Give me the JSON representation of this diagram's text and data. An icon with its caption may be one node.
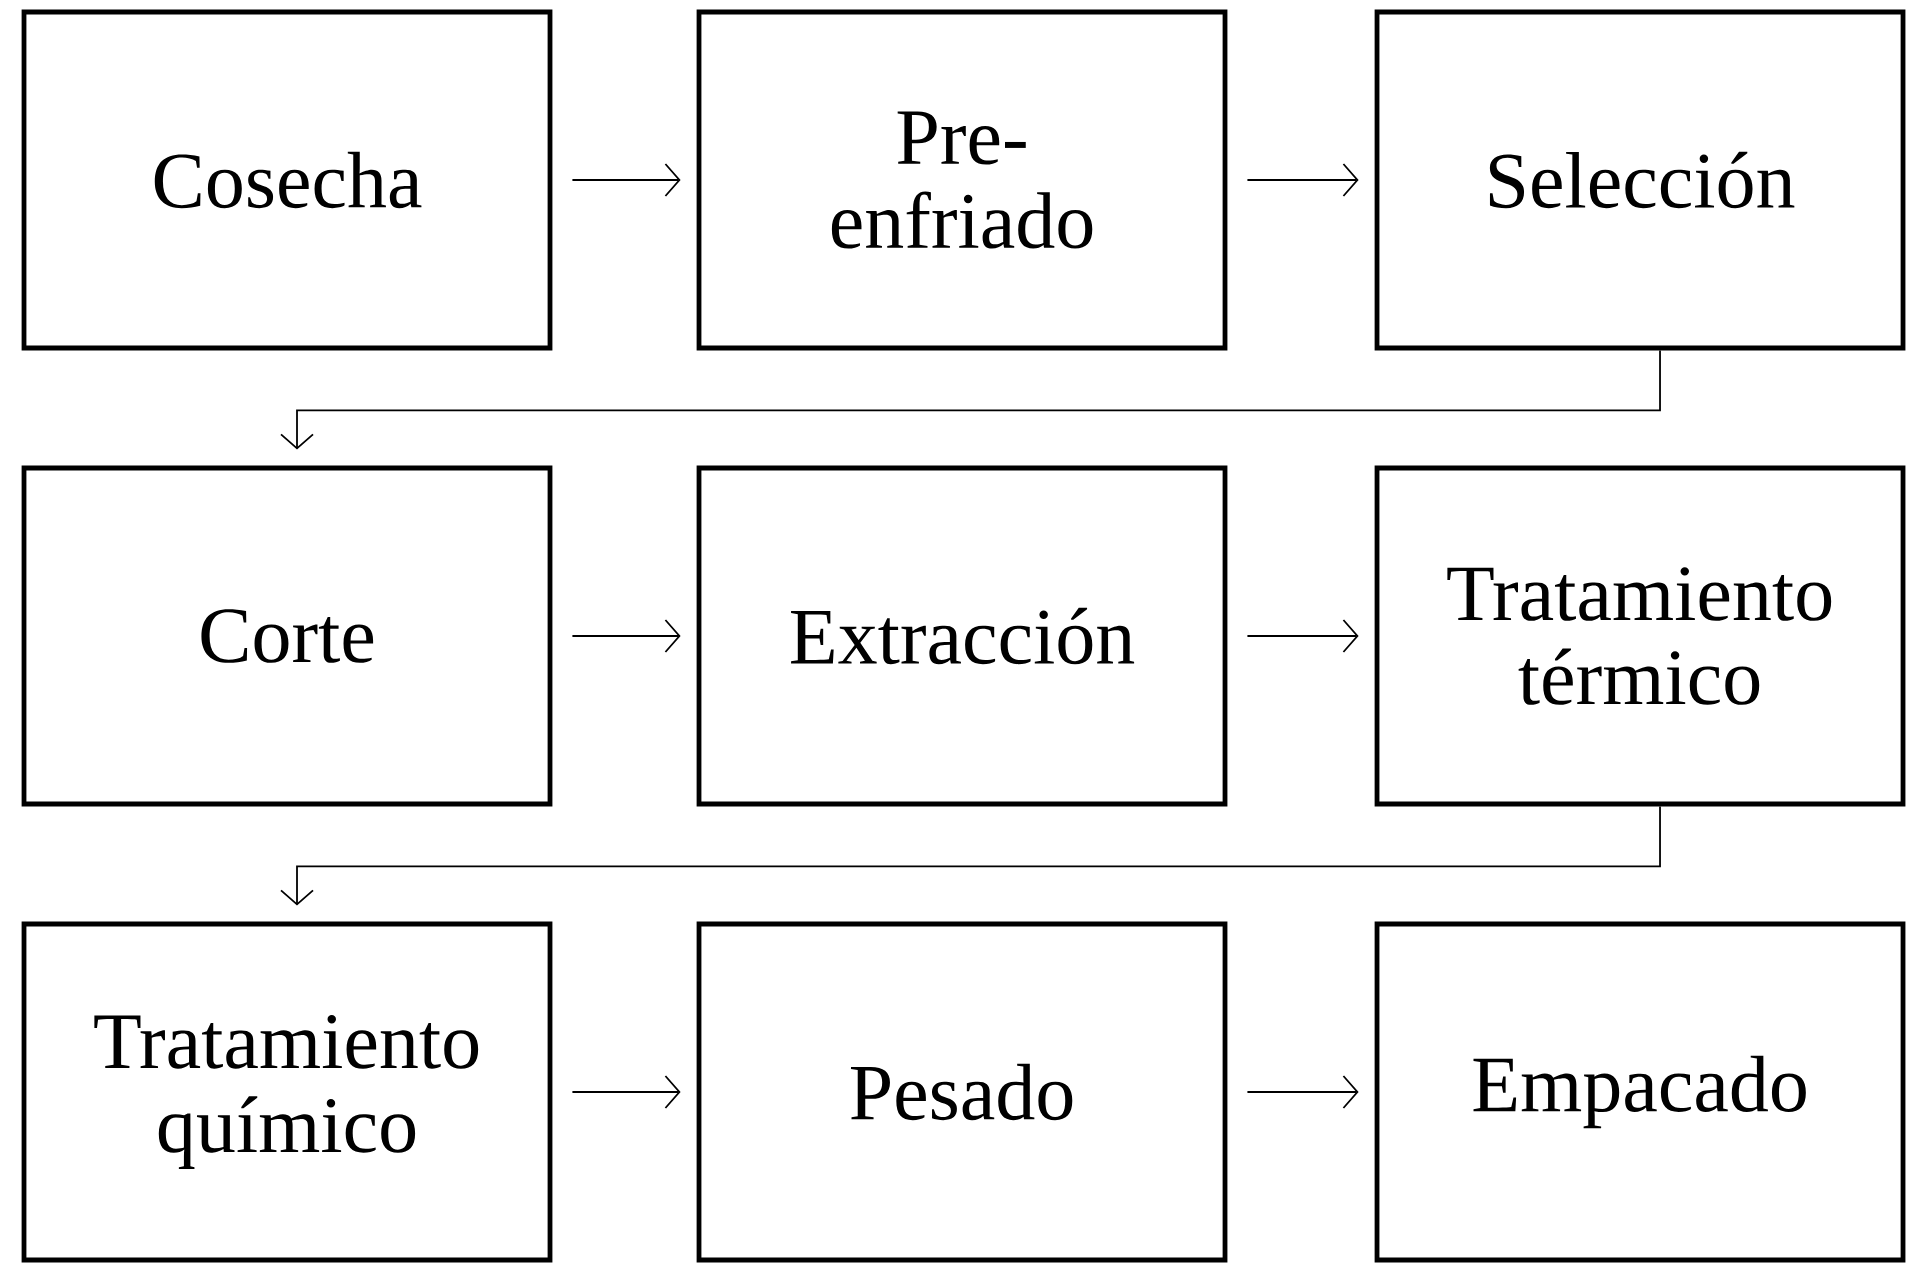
{
  "diagram": {
    "nodes": [
      {
        "text": [
          "Cosecha"
        ]
      },
      {
        "text": [
          "Pre-enfriado"
        ]
      },
      {
        "text": [
          "Selección"
        ]
      },
      {
        "text": [
          "Corte"
        ]
      },
      {
        "text": [
          "Extracción"
        ]
      },
      {
        "text": [
          "Tratamiento térmico"
        ]
      },
      {
        "text": [
          "Tratamiento químico"
        ]
      },
      {
        "text": [
          "Pesado"
        ]
      },
      {
        "text": [
          "Empacado"
        ]
      }
    ],
    "edges": [
      {
        "from": 0,
        "to": 1,
        "arrow": "to"
      },
      {
        "from": 1,
        "to": 2,
        "arrow": "to"
      },
      {
        "from": 2,
        "to": 3,
        "arrow": "to"
      },
      {
        "from": 3,
        "to": 4,
        "arrow": "to"
      },
      {
        "from": 4,
        "to": 5,
        "arrow": "to"
      },
      {
        "from": 5,
        "to": 6,
        "arrow": "to"
      },
      {
        "from": 6,
        "to": 7,
        "arrow": "to"
      },
      {
        "from": 7,
        "to": 8,
        "arrow": "to"
      }
    ]
  }
}
